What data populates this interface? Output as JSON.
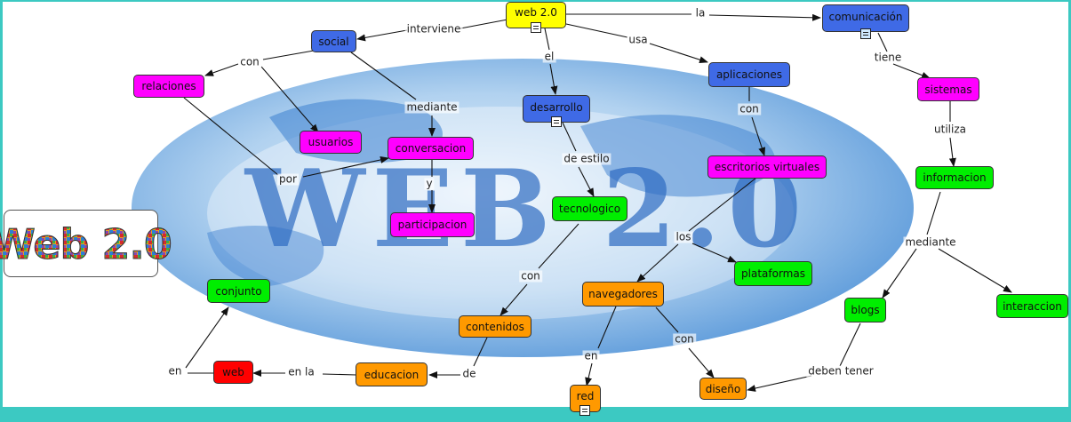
{
  "colors": {
    "yellow": "#ffff00",
    "blue": "#3f6ae6",
    "magenta": "#ff00ff",
    "green": "#00ee00",
    "orange": "#ff9900",
    "red": "#ff0000",
    "frame": "#3cc9c2"
  },
  "logo": {
    "text": "Web 2.0"
  },
  "background": {
    "word": "WEB 2.0"
  },
  "nodes": {
    "web20": "web 2.0",
    "comunicacion": "comunicación",
    "social": "social",
    "relaciones": "relaciones",
    "aplicaciones": "aplicaciones",
    "sistemas": "sistemas",
    "desarrollo": "desarrollo",
    "usuarios": "usuarios",
    "conversacion": "conversacion",
    "escritorios": "escritorios virtuales",
    "informacion": "informacion",
    "tecnologico": "tecnologico",
    "participacion": "participacion",
    "plataformas": "plataformas",
    "conjunto": "conjunto",
    "navegadores": "navegadores",
    "interaccion": "interaccion",
    "blogs": "blogs",
    "contenidos": "contenidos",
    "web": "web",
    "educacion": "educacion",
    "diseno": "diseño",
    "red": "red"
  },
  "links": {
    "interviene": "interviene",
    "la": "la",
    "el": "el",
    "usa": "usa",
    "tiene": "tiene",
    "con_social": "con",
    "mediante_social": "mediante",
    "con_aplicaciones": "con",
    "utiliza": "utiliza",
    "de_estilo": "de estilo",
    "por": "por",
    "y": "y",
    "los": "los",
    "mediante_info": "mediante",
    "con_tecnologico": "con",
    "con_navegadores": "con",
    "en_red": "en",
    "en_conjunto": "en",
    "en_la": "en la",
    "de": "de",
    "deben_tener": "deben tener"
  }
}
